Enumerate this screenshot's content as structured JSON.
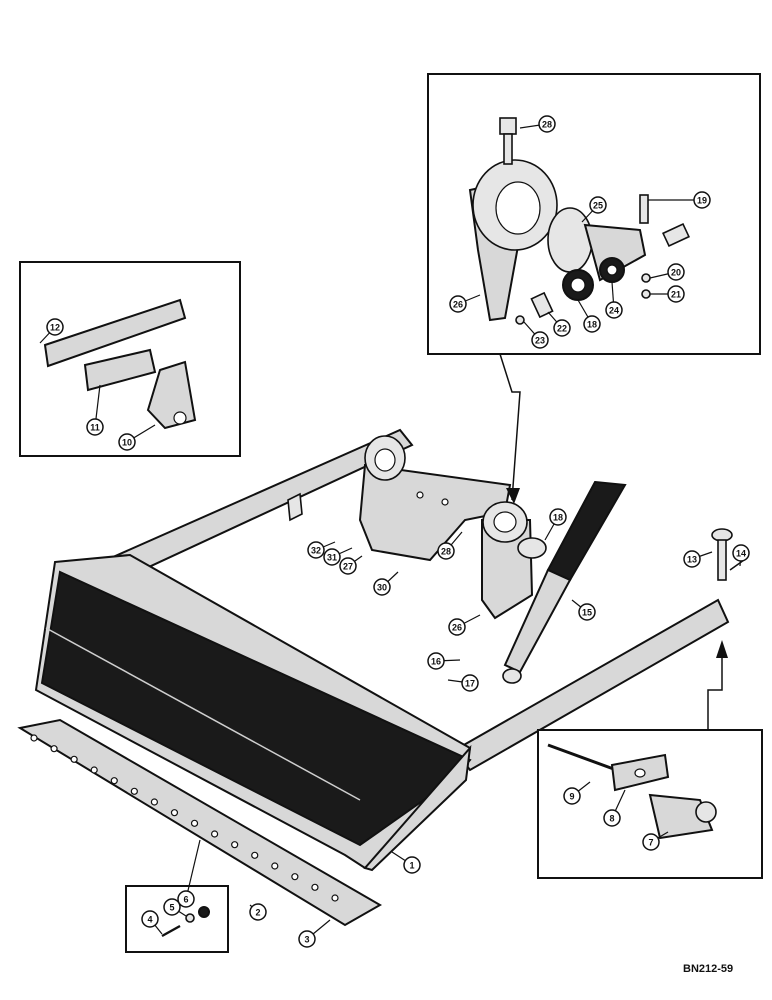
{
  "drawing_code": "BN212-59",
  "callouts": [
    {
      "id": "c-28a",
      "label": "28"
    },
    {
      "id": "c-25",
      "label": "25"
    },
    {
      "id": "c-19",
      "label": "19"
    },
    {
      "id": "c-20",
      "label": "20"
    },
    {
      "id": "c-21",
      "label": "21"
    },
    {
      "id": "c-24",
      "label": "24"
    },
    {
      "id": "c-18a",
      "label": "18"
    },
    {
      "id": "c-22",
      "label": "22"
    },
    {
      "id": "c-23",
      "label": "23"
    },
    {
      "id": "c-26a",
      "label": "26"
    },
    {
      "id": "c-12",
      "label": "12"
    },
    {
      "id": "c-11",
      "label": "11"
    },
    {
      "id": "c-10",
      "label": "10"
    },
    {
      "id": "c-32",
      "label": "32"
    },
    {
      "id": "c-31",
      "label": "31"
    },
    {
      "id": "c-27",
      "label": "27"
    },
    {
      "id": "c-30",
      "label": "30"
    },
    {
      "id": "c-28b",
      "label": "28"
    },
    {
      "id": "c-18b",
      "label": "18"
    },
    {
      "id": "c-26b",
      "label": "26"
    },
    {
      "id": "c-15",
      "label": "15"
    },
    {
      "id": "c-16",
      "label": "16"
    },
    {
      "id": "c-17",
      "label": "17"
    },
    {
      "id": "c-13",
      "label": "13"
    },
    {
      "id": "c-14",
      "label": "14"
    },
    {
      "id": "c-9",
      "label": "9"
    },
    {
      "id": "c-8",
      "label": "8"
    },
    {
      "id": "c-7",
      "label": "7"
    },
    {
      "id": "c-1",
      "label": "1"
    },
    {
      "id": "c-2",
      "label": "2"
    },
    {
      "id": "c-3",
      "label": "3"
    },
    {
      "id": "c-4",
      "label": "4"
    },
    {
      "id": "c-5",
      "label": "5"
    },
    {
      "id": "c-6",
      "label": "6"
    }
  ]
}
